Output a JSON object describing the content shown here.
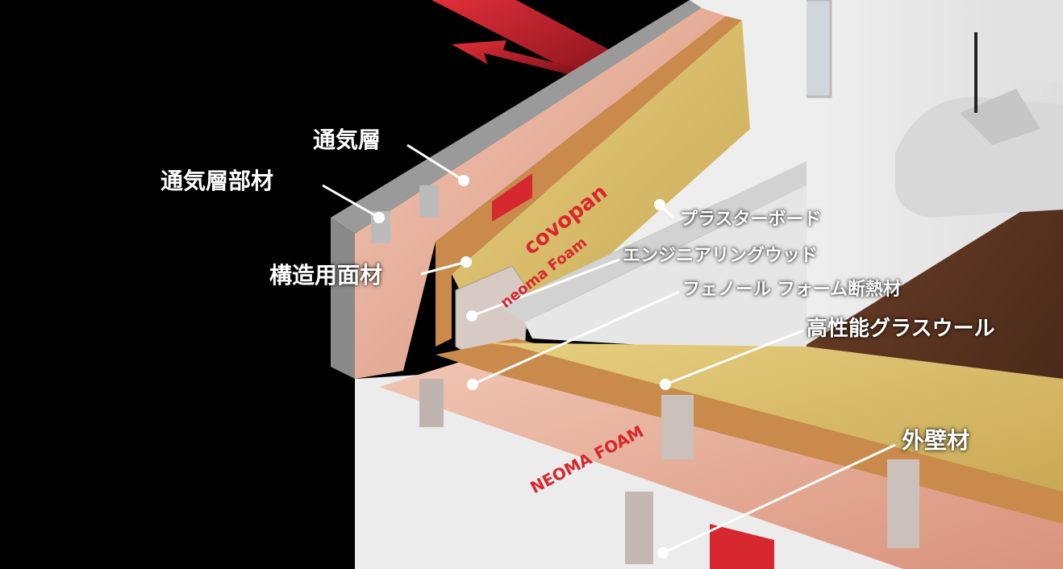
{
  "labels": {
    "vent_layer": "通気層",
    "vent_member": "通気層部材",
    "structural_panel": "構造用面材",
    "plasterboard": "プラスターボード",
    "engineered_wood": "エンジニアリングウッド",
    "phenolic_foam": "フェノール フォーム断熱材",
    "glass_wool": "高性能グラスウール",
    "exterior_wall": "外壁材"
  },
  "printed_marks": {
    "sheet_print_1": "neoma Foam",
    "sheet_print_2": "covopan",
    "sheet_print_3": "NEOMA FOAM"
  },
  "colors": {
    "background": "#000000",
    "airflow_arrow": "#c8202a",
    "label_text": "#ffffff",
    "leader_line": "#ffffff",
    "insulation_board": "#e7b39f",
    "glass_wool": "#d9bf6a",
    "osb_panel": "#c98a4c",
    "exterior_cladding": "#e9e9e9",
    "interior_wall": "#efefef",
    "floor": "#5a3422"
  }
}
